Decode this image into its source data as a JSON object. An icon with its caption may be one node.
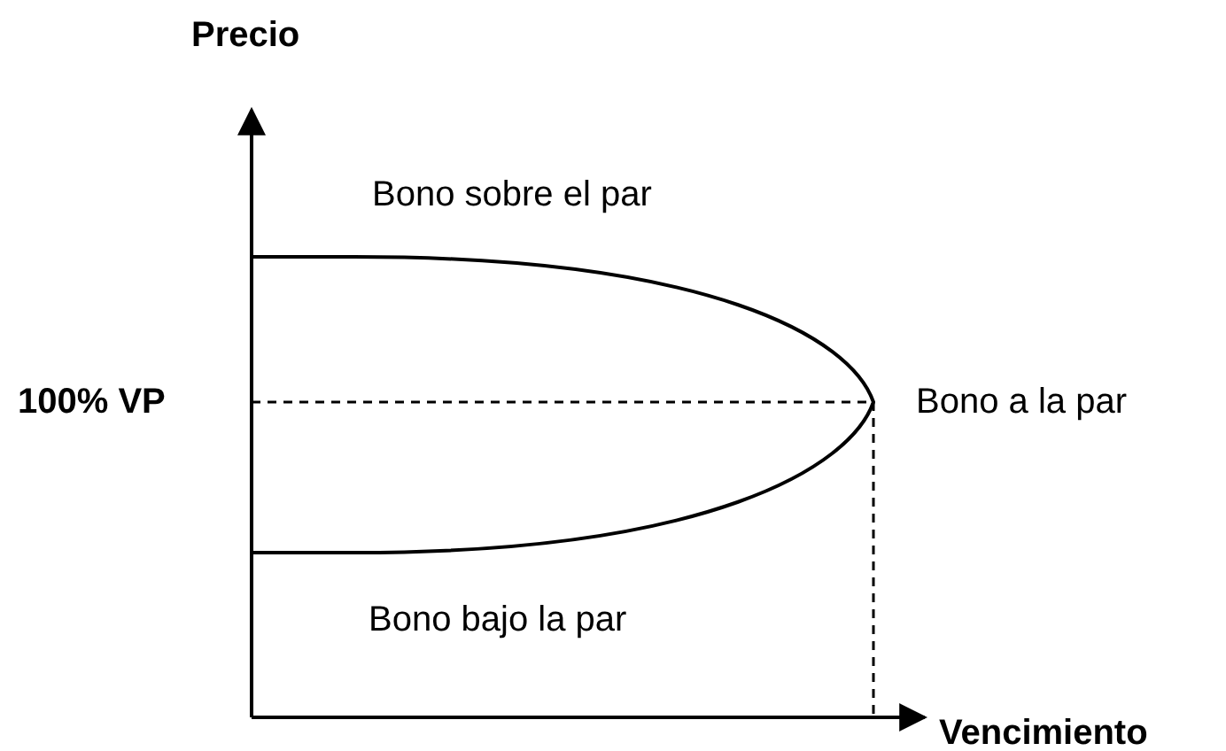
{
  "diagram": {
    "labels": [
      "Precio",
      "Bono sobre el par",
      "100% VP",
      "Bono a la par",
      "Bono bajo la par",
      "Vencimiento"
    ]
  }
}
